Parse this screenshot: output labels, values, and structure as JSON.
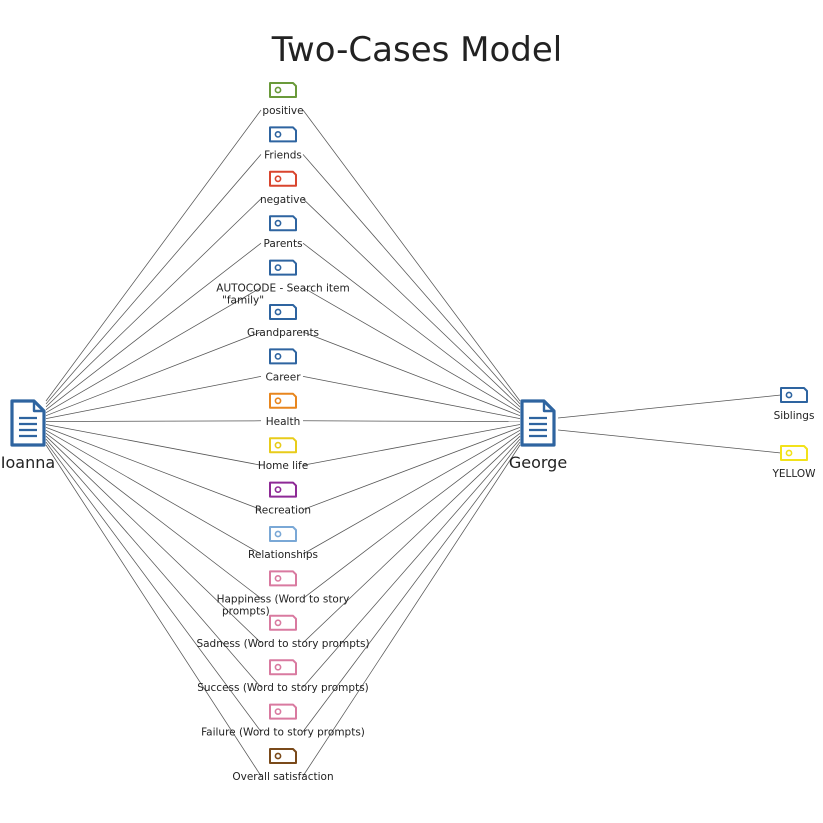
{
  "title": "Two-Cases Model",
  "cases": [
    {
      "id": "ioanna",
      "label": "Ioanna"
    },
    {
      "id": "george",
      "label": "George"
    }
  ],
  "codes": [
    {
      "id": "positive",
      "label": "positive",
      "color": "#6a9a3a",
      "links": [
        "ioanna",
        "george"
      ]
    },
    {
      "id": "friends",
      "label": "Friends",
      "color": "#2e64a0",
      "links": [
        "ioanna",
        "george"
      ]
    },
    {
      "id": "negative",
      "label": "negative",
      "color": "#d9452e",
      "links": [
        "ioanna",
        "george"
      ]
    },
    {
      "id": "parents",
      "label": "Parents",
      "color": "#2e64a0",
      "links": [
        "ioanna",
        "george"
      ]
    },
    {
      "id": "autocode-family",
      "label": "AUTOCODE - Search item",
      "label2": "\"family\"",
      "color": "#2e64a0",
      "links": [
        "ioanna",
        "george"
      ]
    },
    {
      "id": "grandparents",
      "label": "Grandparents",
      "color": "#2e64a0",
      "links": [
        "ioanna",
        "george"
      ]
    },
    {
      "id": "career",
      "label": "Career",
      "color": "#2e64a0",
      "links": [
        "ioanna",
        "george"
      ]
    },
    {
      "id": "health",
      "label": "Health",
      "color": "#e8861e",
      "links": [
        "ioanna",
        "george"
      ]
    },
    {
      "id": "home-life",
      "label": "Home life",
      "color": "#e8cc1a",
      "links": [
        "ioanna",
        "george"
      ]
    },
    {
      "id": "recreation",
      "label": "Recreation",
      "color": "#8e2a96",
      "links": [
        "ioanna",
        "george"
      ]
    },
    {
      "id": "relationships",
      "label": "Relationships",
      "color": "#7aa8d6",
      "links": [
        "ioanna",
        "george"
      ]
    },
    {
      "id": "happiness",
      "label": "Happiness (Word to story",
      "label2": "prompts)",
      "color": "#d97aa0",
      "links": [
        "ioanna",
        "george"
      ]
    },
    {
      "id": "sadness",
      "label": "Sadness (Word to story prompts)",
      "color": "#d97aa0",
      "links": [
        "ioanna",
        "george"
      ]
    },
    {
      "id": "success",
      "label": "Success (Word to story prompts)",
      "color": "#d97aa0",
      "links": [
        "ioanna",
        "george"
      ]
    },
    {
      "id": "failure",
      "label": "Failure (Word to story prompts)",
      "color": "#d97aa0",
      "links": [
        "ioanna",
        "george"
      ]
    },
    {
      "id": "overall-satisfaction",
      "label": "Overall satisfaction",
      "color": "#7a4a1a",
      "links": [
        "ioanna",
        "george"
      ]
    }
  ],
  "side_codes": [
    {
      "id": "siblings",
      "label": "Siblings",
      "color": "#2e64a0",
      "links": [
        "george"
      ]
    },
    {
      "id": "yellow",
      "label": "YELLOW",
      "color": "#f2e21a",
      "links": [
        "george"
      ]
    }
  ],
  "colors": {
    "document_icon": "#2e64a0",
    "edge": "#555555"
  },
  "icons": {
    "case": "document-icon",
    "code": "tag-icon"
  }
}
